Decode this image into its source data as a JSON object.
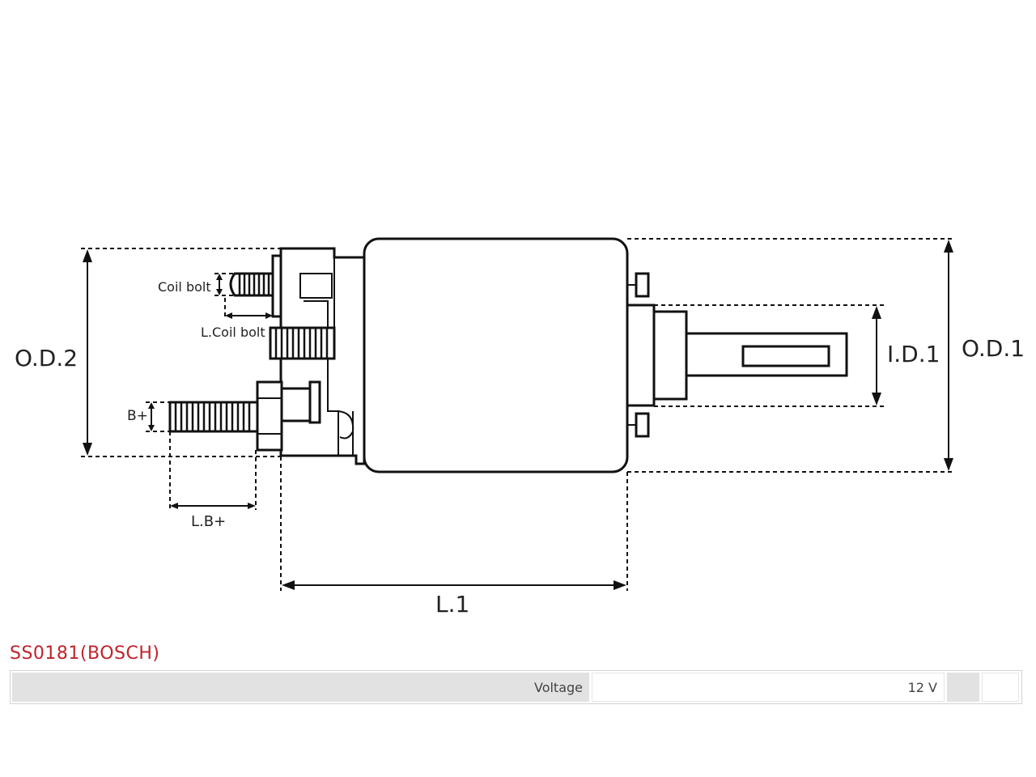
{
  "diagram": {
    "labels": {
      "od2": "O.D.2",
      "od1": "O.D.1",
      "id1": "I.D.1",
      "l1": "L.1",
      "coil_bolt": "Coil bolt",
      "l_coil_bolt": "L.Coil bolt",
      "b_plus": "B+",
      "l_b_plus": "L.B+"
    }
  },
  "part": {
    "title": "SS0181(BOSCH)"
  },
  "specs": [
    {
      "label": "Voltage",
      "value": "12 V"
    }
  ],
  "colors": {
    "title": "#c0232b",
    "label_cell": "#e2e2e2",
    "line": "#111111"
  }
}
